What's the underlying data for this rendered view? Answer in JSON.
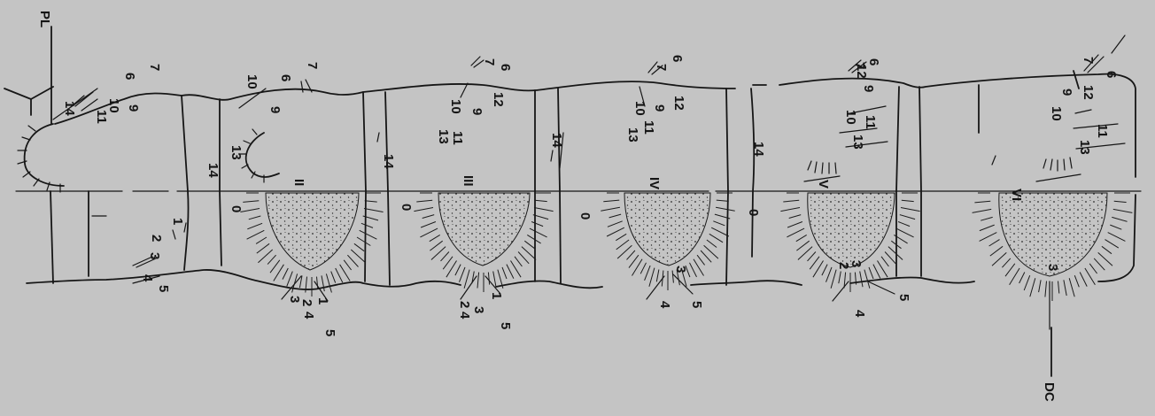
{
  "colors": {
    "background": "#c4c4c4",
    "ink": "#161616"
  },
  "labels": {
    "pl": "PL",
    "dc": "DC",
    "segments": [
      "II",
      "III",
      "IV",
      "V",
      "VI"
    ]
  },
  "setae": {
    "seg1_upper": [
      "14",
      "11",
      "10",
      "9",
      "6",
      "7"
    ],
    "seg1_lower": [
      "1",
      "2",
      "3",
      "4",
      "5"
    ],
    "seg2_upper": [
      "10",
      "6",
      "7",
      "9",
      "13",
      "14"
    ],
    "seg2_lower": [
      "0",
      "1",
      "2",
      "3",
      "4",
      "5"
    ],
    "seg3_upper": [
      "7",
      "6",
      "10",
      "12",
      "9",
      "11",
      "13",
      "14"
    ],
    "seg3_lower": [
      "0",
      "1",
      "2",
      "3",
      "4",
      "5"
    ],
    "seg4_upper": [
      "7",
      "6",
      "10",
      "9",
      "11",
      "12",
      "13",
      "14"
    ],
    "seg4_lower": [
      "0",
      "3",
      "4",
      "5"
    ],
    "seg5_upper": [
      "7",
      "6",
      "12",
      "10",
      "9",
      "11",
      "13",
      "14"
    ],
    "seg5_lower": [
      "0",
      "2",
      "3",
      "4",
      "5"
    ],
    "seg6_upper": [
      "7",
      "6",
      "9",
      "12",
      "10",
      "11",
      "13"
    ],
    "seg6_lower": [
      "3"
    ]
  }
}
